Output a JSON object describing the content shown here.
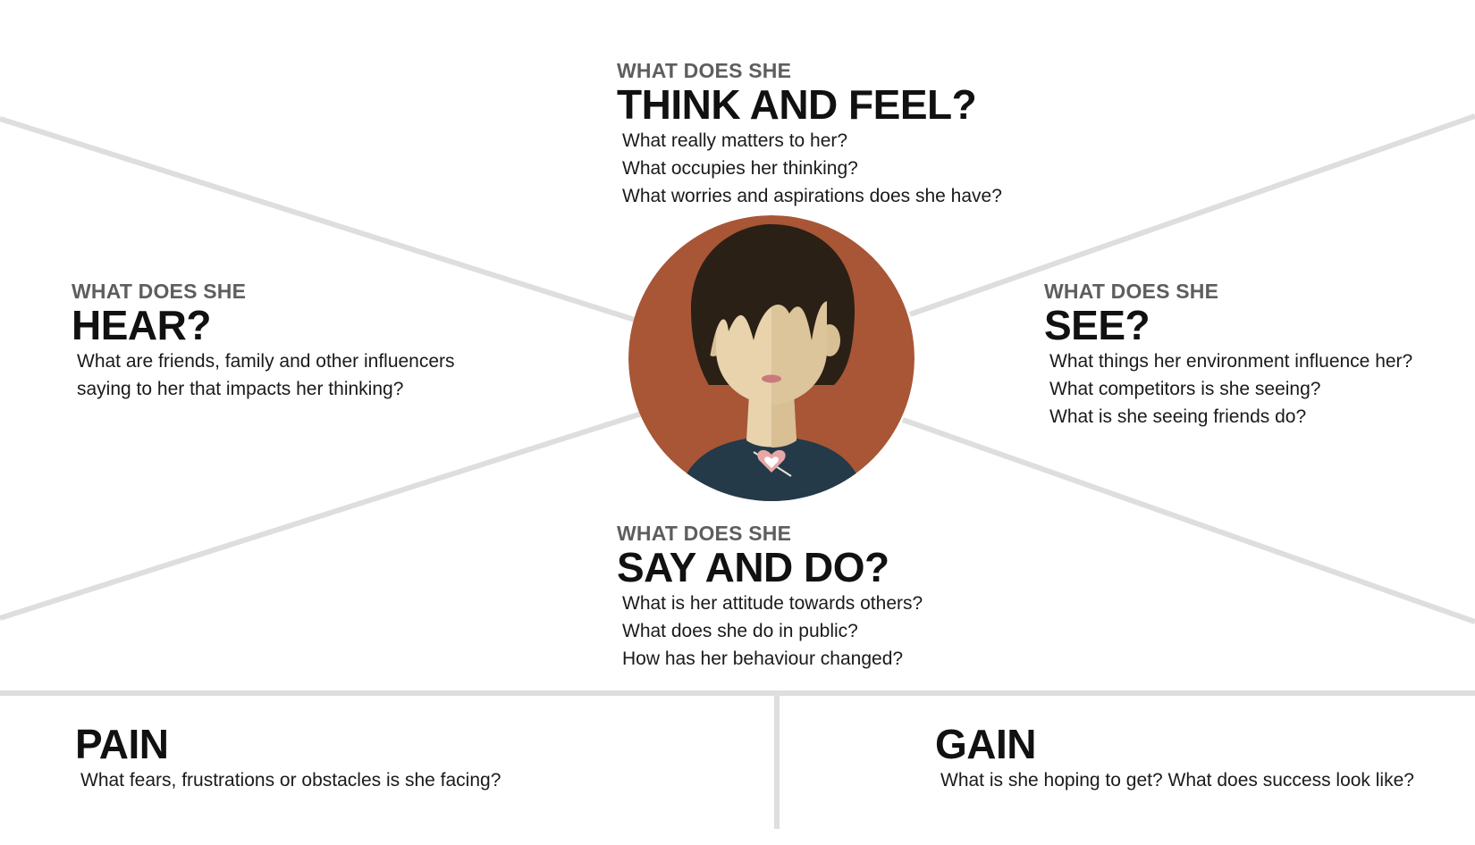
{
  "think_feel": {
    "kicker": "WHAT DOES SHE",
    "title": "THINK AND FEEL?",
    "questions": [
      "What really matters to her?",
      "What occupies her thinking?",
      "What worries and aspirations does she have?"
    ]
  },
  "hear": {
    "kicker": "WHAT DOES SHE",
    "title": "HEAR?",
    "questions": [
      "What are friends, family and other influencers",
      "saying to her that impacts her thinking?"
    ]
  },
  "see": {
    "kicker": "WHAT DOES SHE",
    "title": "SEE?",
    "questions": [
      "What things her environment influence her?",
      "What competitors is she seeing?",
      "What is she seeing friends do?"
    ]
  },
  "say_do": {
    "kicker": "WHAT DOES SHE",
    "title": "SAY AND DO?",
    "questions": [
      "What is her attitude towards others?",
      "What does she do in public?",
      "How has her behaviour changed?"
    ]
  },
  "pain": {
    "title": "PAIN",
    "questions": [
      "What fears, frustrations or obstacles is she facing?"
    ]
  },
  "gain": {
    "title": "GAIN",
    "questions": [
      "What is she hoping to get? What does success look like?"
    ]
  },
  "colors": {
    "avatar_bg": "#a85636",
    "hair": "#2b2016",
    "skin": "#e8d3ad",
    "skin_shade": "#d8bf94",
    "shirt": "#243a48",
    "heart": "#e8a7a7",
    "divider": "#dedede"
  }
}
